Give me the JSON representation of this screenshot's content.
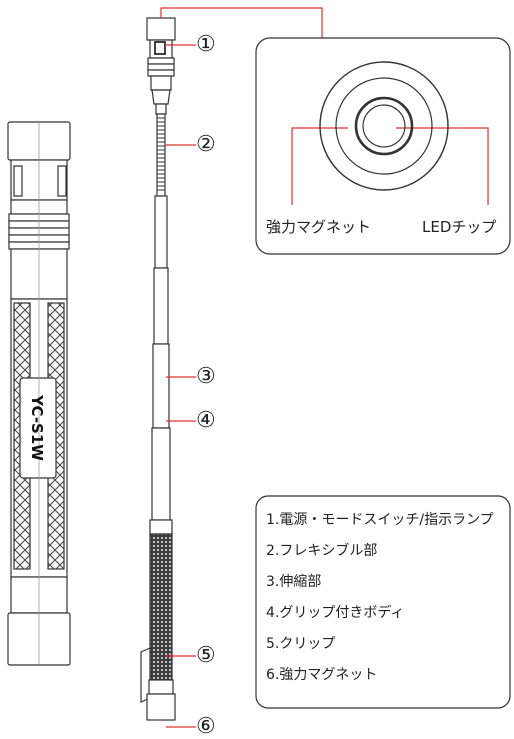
{
  "callouts": {
    "c1": "①",
    "c2": "②",
    "c3": "③",
    "c4": "④",
    "c5": "⑤",
    "c6": "⑥"
  },
  "detail": {
    "magnet_label": "強力マグネット",
    "led_label": "LEDチップ"
  },
  "body_brand": "YC-S1W",
  "legend": {
    "items": [
      "1.電源・モードスイッチ/指示ランプ",
      "2.フレキシブル部",
      "3.伸縮部",
      "4.グリップ付きボディ",
      "5.クリップ",
      "6.強力マグネット"
    ]
  },
  "colors": {
    "leader_line": "#e0302e",
    "outline": "#333333"
  }
}
